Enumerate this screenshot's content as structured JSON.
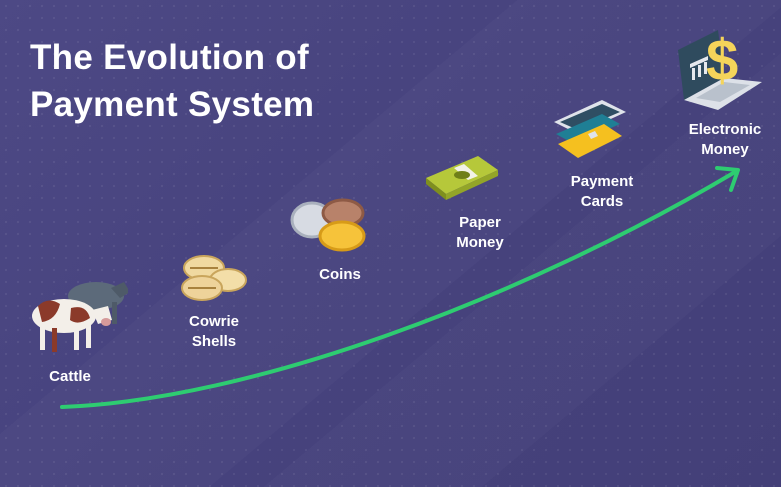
{
  "title": {
    "line1": "The Evolution of",
    "line2": "Payment System"
  },
  "stages": [
    {
      "label_lines": [
        "Cattle"
      ],
      "icon": "cattle-icon"
    },
    {
      "label_lines": [
        "Cowrie",
        "Shells"
      ],
      "icon": "cowrie-shells-icon"
    },
    {
      "label_lines": [
        "Coins"
      ],
      "icon": "coins-icon"
    },
    {
      "label_lines": [
        "Paper",
        "Money"
      ],
      "icon": "paper-money-icon"
    },
    {
      "label_lines": [
        "Payment",
        "Cards"
      ],
      "icon": "payment-cards-icon"
    },
    {
      "label_lines": [
        "Electronic",
        "Money"
      ],
      "icon": "laptop-dollar-icon"
    }
  ],
  "colors": {
    "background": "#48447f",
    "arrow": "#2ecc71",
    "text": "#ffffff"
  }
}
